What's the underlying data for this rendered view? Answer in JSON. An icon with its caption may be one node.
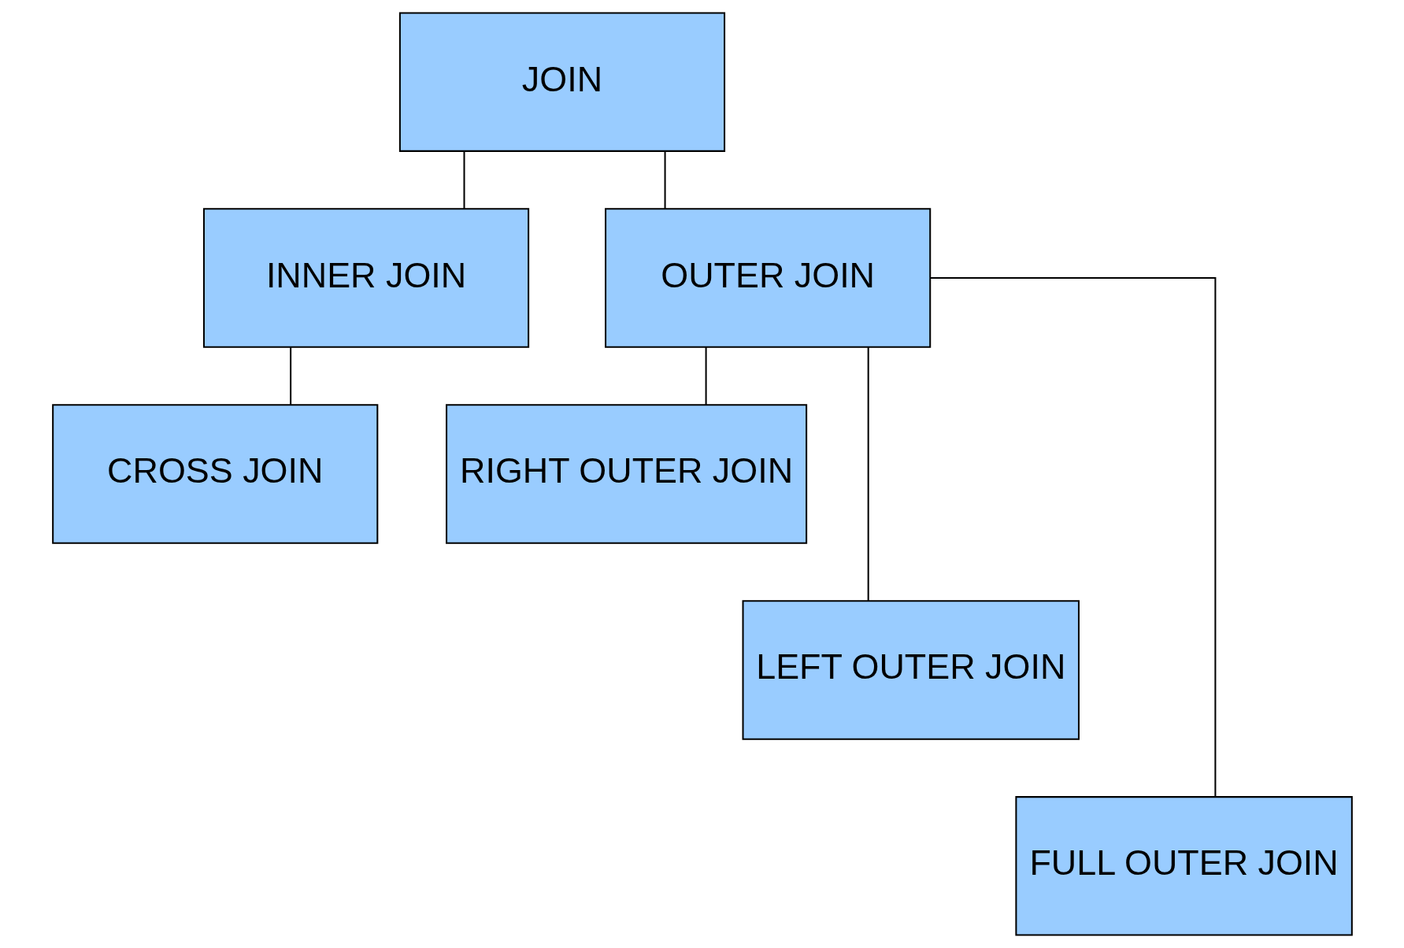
{
  "diagram": {
    "nodes": [
      {
        "text": [
          "JOIN"
        ]
      },
      {
        "text": [
          "INNER JOIN"
        ]
      },
      {
        "text": [
          "OUTER JOIN"
        ]
      },
      {
        "text": [
          "CROSS JOIN"
        ]
      },
      {
        "text": [
          "RIGHT OUTER JOIN"
        ]
      },
      {
        "text": [
          "LEFT OUTER JOIN"
        ]
      },
      {
        "text": [
          "FULL OUTER JOIN"
        ]
      }
    ],
    "edges": [
      {
        "from": 0,
        "to": 1,
        "arrow": "none"
      },
      {
        "from": 0,
        "to": 2,
        "arrow": "none"
      },
      {
        "from": 1,
        "to": 3,
        "arrow": "none"
      },
      {
        "from": 2,
        "to": 4,
        "arrow": "none"
      },
      {
        "from": 2,
        "to": 5,
        "arrow": "none"
      },
      {
        "from": 2,
        "to": 6,
        "arrow": "none"
      }
    ]
  }
}
